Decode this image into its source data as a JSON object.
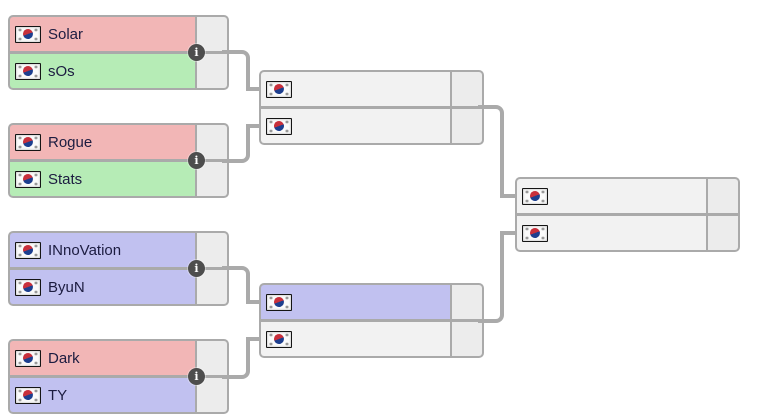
{
  "ui": {
    "info_icon_glyph": "i"
  },
  "colors": {
    "zerg_pink": "#f2b6b6",
    "protoss_green": "#b6ecb6",
    "terran_purple": "#c1c1f0",
    "empty_slot": "#f2f2f2",
    "score_cell": "#ececec",
    "border_and_connector": "#aaaaaa",
    "info_icon_bg": "#4d4d4d"
  },
  "rounds": [
    {
      "matches": [
        {
          "players": [
            {
              "name": "Solar",
              "flag": "kr",
              "color": "#f2b6b6",
              "score": ""
            },
            {
              "name": "sOs",
              "flag": "kr",
              "color": "#b6ecb6",
              "score": ""
            }
          ]
        },
        {
          "players": [
            {
              "name": "Rogue",
              "flag": "kr",
              "color": "#f2b6b6",
              "score": ""
            },
            {
              "name": "Stats",
              "flag": "kr",
              "color": "#b6ecb6",
              "score": ""
            }
          ]
        },
        {
          "players": [
            {
              "name": "INnoVation",
              "flag": "kr",
              "color": "#c1c1f0",
              "score": ""
            },
            {
              "name": "ByuN",
              "flag": "kr",
              "color": "#c1c1f0",
              "score": ""
            }
          ]
        },
        {
          "players": [
            {
              "name": "Dark",
              "flag": "kr",
              "color": "#f2b6b6",
              "score": ""
            },
            {
              "name": "TY",
              "flag": "kr",
              "color": "#c1c1f0",
              "score": ""
            }
          ]
        }
      ]
    },
    {
      "matches": [
        {
          "players": [
            {
              "name": "",
              "flag": "kr",
              "color": "#f2f2f2",
              "score": ""
            },
            {
              "name": "",
              "flag": "kr",
              "color": "#f2f2f2",
              "score": ""
            }
          ]
        },
        {
          "players": [
            {
              "name": "",
              "flag": "kr",
              "color": "#c1c1f0",
              "score": ""
            },
            {
              "name": "",
              "flag": "kr",
              "color": "#f2f2f2",
              "score": ""
            }
          ]
        }
      ]
    },
    {
      "matches": [
        {
          "players": [
            {
              "name": "",
              "flag": "kr",
              "color": "#f2f2f2",
              "score": ""
            },
            {
              "name": "",
              "flag": "kr",
              "color": "#f2f2f2",
              "score": ""
            }
          ]
        }
      ]
    }
  ]
}
